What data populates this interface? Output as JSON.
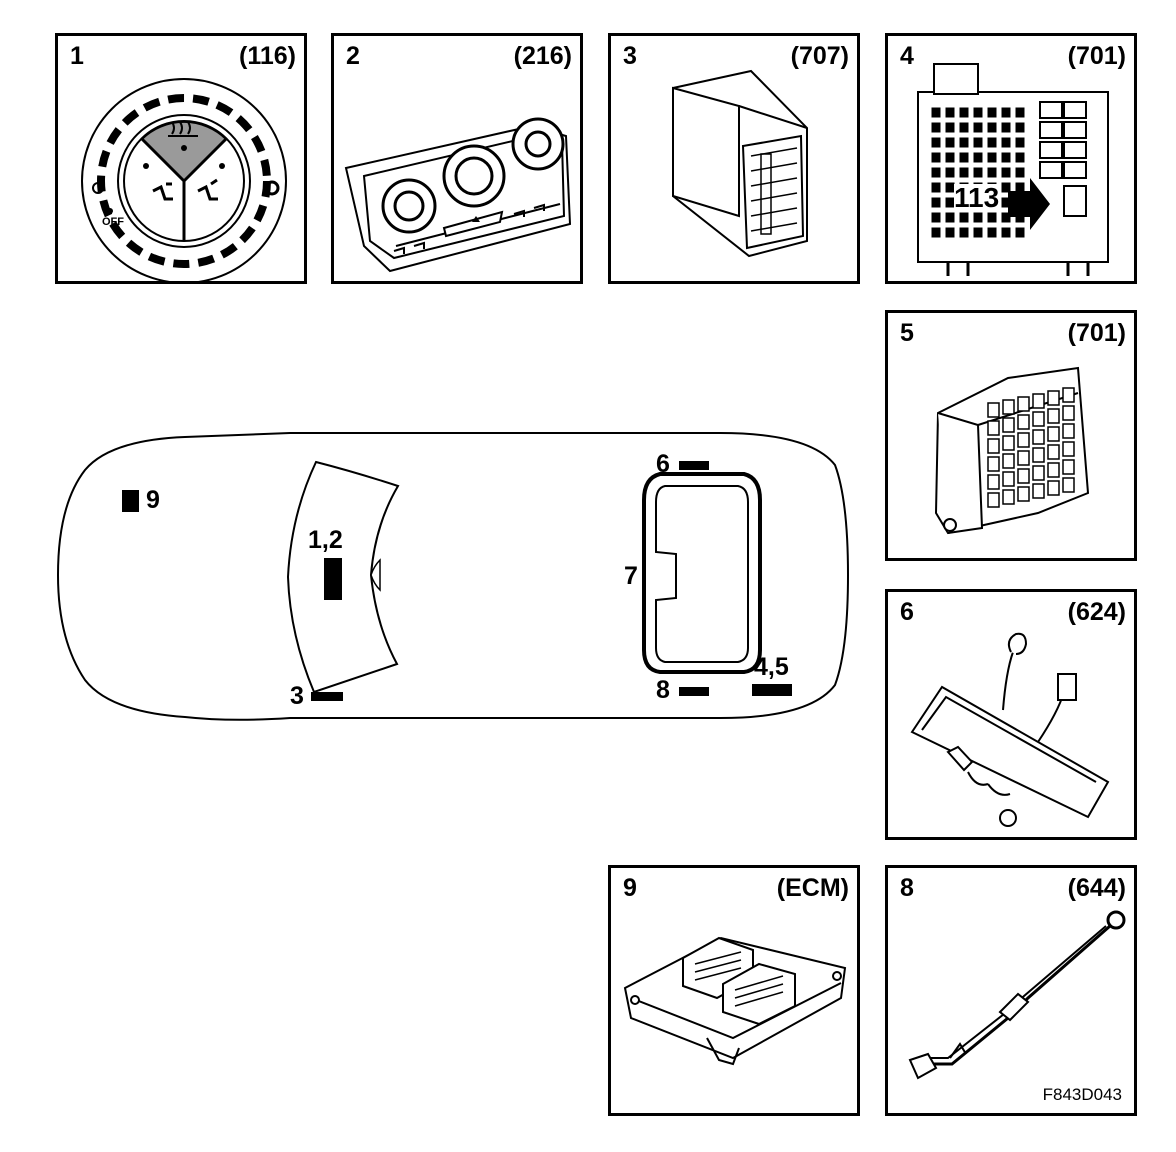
{
  "panels": [
    {
      "id": "1",
      "code": "(116)",
      "off_text": "OFF",
      "icon": "climate-control-knob-icon"
    },
    {
      "id": "2",
      "code": "(216)",
      "icon": "climate-control-panel-icon"
    },
    {
      "id": "3",
      "code": "(707)",
      "icon": "control-module-icon"
    },
    {
      "id": "4",
      "code": "(701)",
      "inner_label": "113",
      "icon": "fuse-box-icon"
    },
    {
      "id": "5",
      "code": "(701)",
      "icon": "relay-junction-box-icon"
    },
    {
      "id": "6",
      "code": "(624)",
      "icon": "sensor-harness-icon"
    },
    {
      "id": "9",
      "code": "(ECM)",
      "icon": "ecm-module-icon"
    },
    {
      "id": "8",
      "code": "(644)",
      "icon": "ground-cable-icon",
      "footer": "F843D043"
    }
  ],
  "car": {
    "labels": {
      "l9": "9",
      "l12": "1,2",
      "l3": "3",
      "l6": "6",
      "l7": "7",
      "l8": "8",
      "l45": "4,5"
    }
  }
}
